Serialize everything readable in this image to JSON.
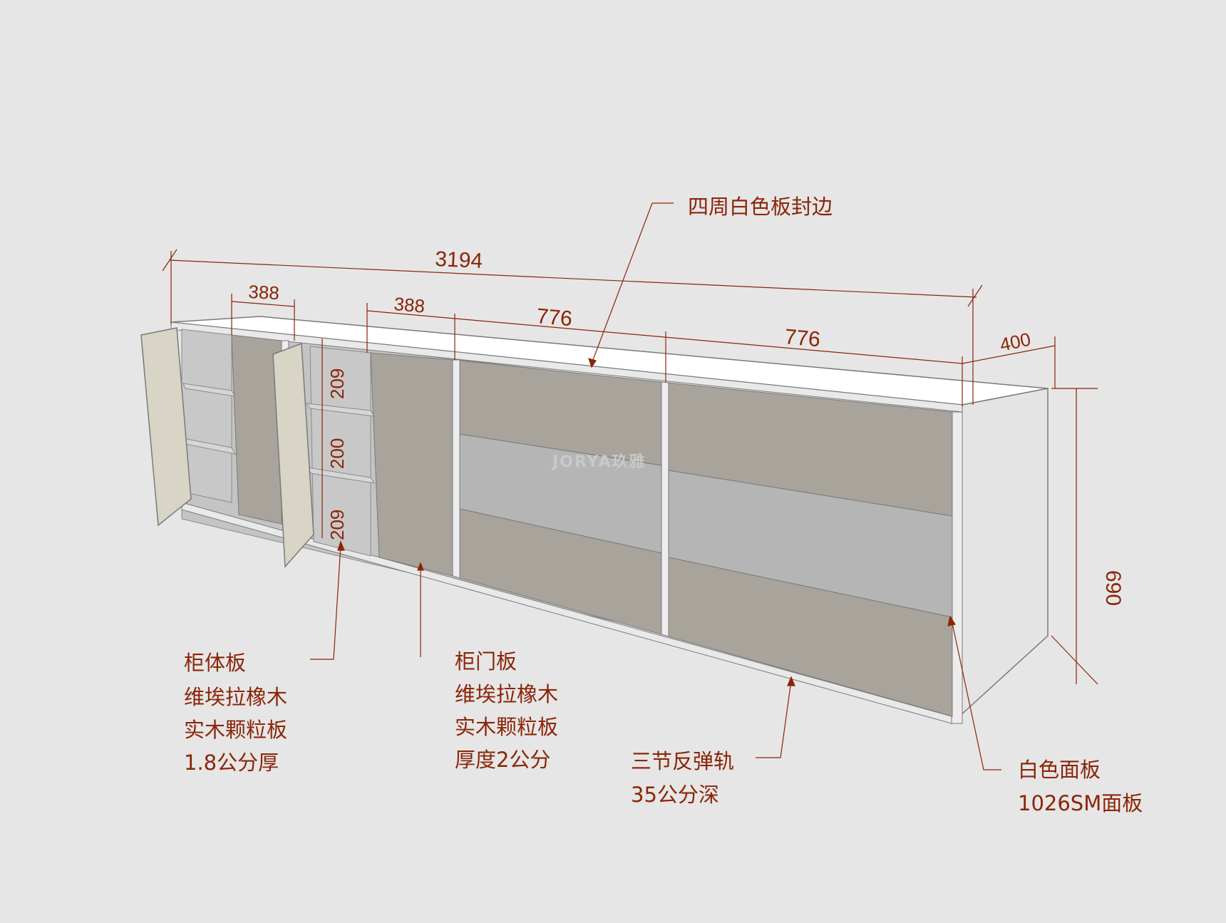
{
  "dimensions": {
    "total_length": "3194",
    "door_width_1": "388",
    "door_width_2": "388",
    "bay_width_1": "776",
    "bay_width_2": "776",
    "depth": "400",
    "height": "690",
    "shelf_spacing_top": "209",
    "shelf_spacing_middle": "200",
    "shelf_spacing_bottom": "209"
  },
  "callouts": {
    "edge_banding": [
      "四周白色板封边"
    ],
    "carcass": [
      "柜体板",
      "维埃拉橡木",
      "实木颗粒板",
      "1.8公分厚"
    ],
    "door": [
      "柜门板",
      "维埃拉橡木",
      "实木颗粒板",
      "厚度2公分"
    ],
    "rail": [
      "三节反弹轨",
      "35公分深"
    ],
    "top_panel": [
      "白色面板",
      "1026SM面板"
    ]
  },
  "watermark": "JORYA玖雅",
  "colors": {
    "background": "#e6e6e6",
    "annotation": "#8b2508",
    "top_panel": "#ffffff",
    "carcass_edge": "#ededed",
    "interior": "#c3c3c3",
    "door_panel": "#a8a49c",
    "open_door": "#d9d5c8",
    "side_panel": "#e2e2e2"
  }
}
